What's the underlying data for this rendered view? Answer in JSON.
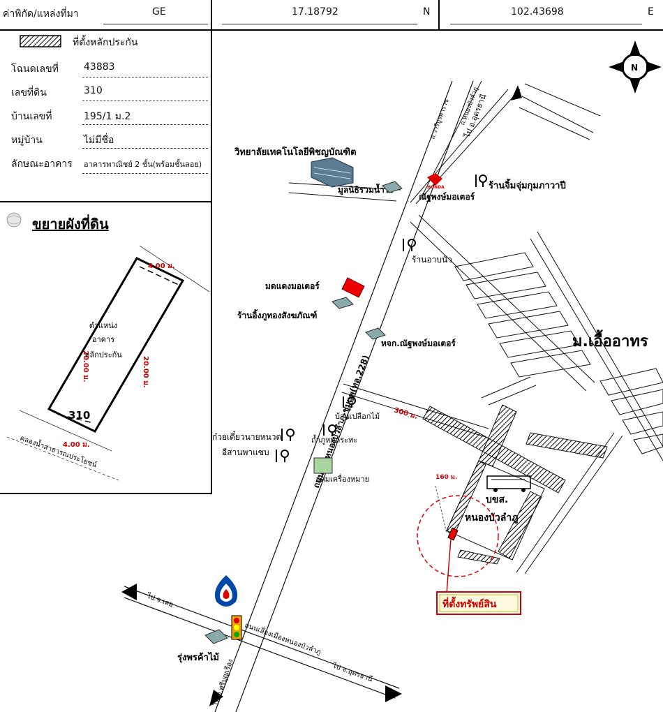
{
  "header": {
    "source_label": "ค่าพิกัด/แหล่งที่มา",
    "source_value": "GE",
    "latitude": "17.18792",
    "lat_unit": "N",
    "longitude": "102.43698",
    "lon_unit": "E"
  },
  "info": {
    "legend_label": "ที่ตั้งหลักประกัน",
    "rows": [
      {
        "label": "โฉนดเลขที่",
        "value": "43883"
      },
      {
        "label": "เลขที่ดิน",
        "value": "310"
      },
      {
        "label": "บ้านเลขที่",
        "value": "195/1 ม.2"
      },
      {
        "label": "หมู่บ้าน",
        "value": "ไม่มีชื่อ"
      },
      {
        "label": "ลักษณะอาคาร",
        "value": "อาคารพาณิชย์ 2 ชั้น(พร้อมชั้นลอย)"
      }
    ]
  },
  "plot": {
    "title": "ขยายผังที่ดิน",
    "top_width": "4.00 ม.",
    "bottom_width": "4.00 ม.",
    "left_length": "20.00 ม.",
    "right_length": "20.00 ม.",
    "building_line1": "ตำแหน่ง",
    "building_line2": "อาคาร",
    "building_line3": "หลักประกัน",
    "parcel_no": "310",
    "canal": "คลองน้ำสาธารณประโยชน์"
  },
  "map": {
    "compass": "N",
    "college": "วิทยาลัยเทคโนโลยีพิชญบัณฑิต",
    "foundation": "มูลนิธิรวมน้ำใจ",
    "honda_shop": "ณัฐพงษ์มอเตอร์",
    "restaurant1": "ร้านจิ้มจุ่มกุมภาวาปี",
    "restaurant2": "ร้านอาบนัว",
    "motor_red": "มดแดงมอเตอร์",
    "shop_gold": "ร้านอิ้งภูทองสังฆภัณฑ์",
    "dealer": "หจก.ณัฐพงษ์มอเตอร์",
    "village": "ม.เอื้ออาทร",
    "road_main": "ถนนสายหนองบัวลำภู-ชุมแพ(ทล.228)",
    "road_to_udon_top": "ไป อ.อุดรธานี",
    "road_small1": "ถ.วารีบูรพาราช",
    "road_small2": "ถ.หนองบัวลำภู",
    "dist_300": "300 ม.",
    "dist_160": "160 ม.",
    "baan_pleuak": "บ้านเปลือกไม้",
    "tham_phu": "ถ้ำภูหมูกระทะ",
    "noodle": "ก๋วยเตี๋ยวนายหนวด",
    "isan": "อีสานพาแซบ",
    "udom": "อุดมเครื่องหมาย",
    "bus_line1": "บขส.",
    "bus_line2": "หนองบัวลำภู",
    "target": "ที่ตั้งทรัพย์สิน",
    "to_loei": "ไป จ.เลย",
    "to_sri": "ไป อ.ศรีบุญเรือง",
    "to_udon": "ไป จ.อุดรธานี",
    "bypass": "ถนนเลี่ยงเมืองหนองบัวลำภู",
    "rungporn": "รุ่งพรค้าไม้"
  }
}
